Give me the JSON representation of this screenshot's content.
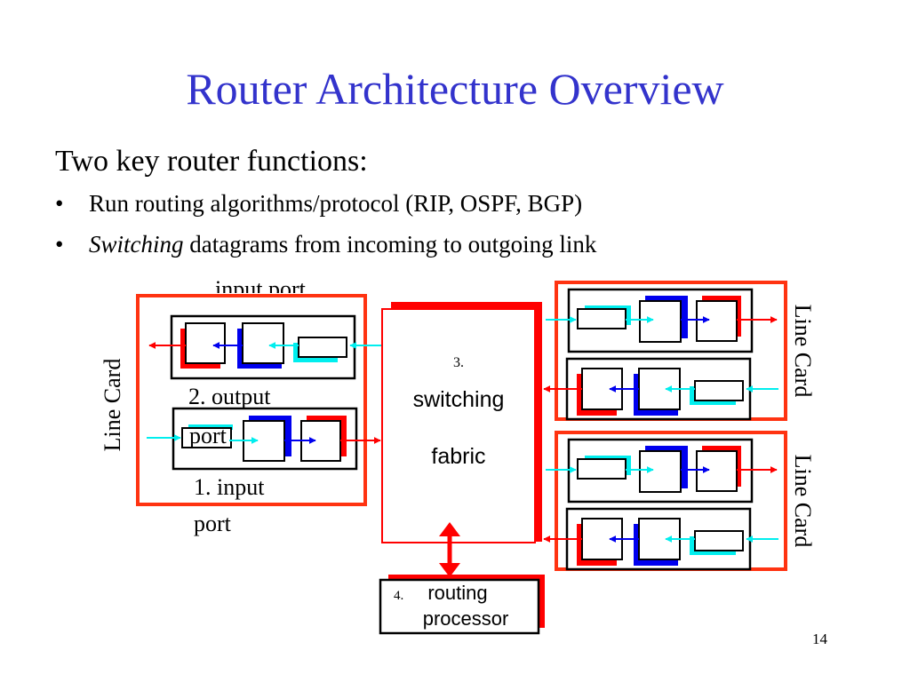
{
  "slide": {
    "title": "Router Architecture Overview",
    "lead": "Two key router functions:",
    "bullets": [
      {
        "marker": "•",
        "emphasis": "",
        "text": "Run routing algorithms/protocol (RIP, OSPF, BGP)"
      },
      {
        "marker": "•",
        "emphasis": "Switching",
        "text": " datagrams from incoming to outgoing link"
      }
    ],
    "page_number": "14"
  },
  "diagram": {
    "clipped_label": "input port",
    "left_line_card": {
      "label": "Line Card",
      "output_port_label_line1": "2. output",
      "output_port_label_line2": "port",
      "input_port_label_line1": "1. input",
      "input_port_label_line2": "port"
    },
    "right_line_cards": [
      {
        "label": "Line Card"
      },
      {
        "label": "Line Card"
      }
    ],
    "switching_fabric": {
      "number": "3.",
      "line1": "switching",
      "line2": "fabric"
    },
    "routing_processor": {
      "number": "4.",
      "line1": "routing",
      "line2": "processor"
    },
    "colors": {
      "title": "#3333cc",
      "line_card_border": "#ff3311",
      "fabric_red": "#ff0000",
      "queue_blue": "#0000ee",
      "link_cyan": "#00eeee"
    }
  }
}
